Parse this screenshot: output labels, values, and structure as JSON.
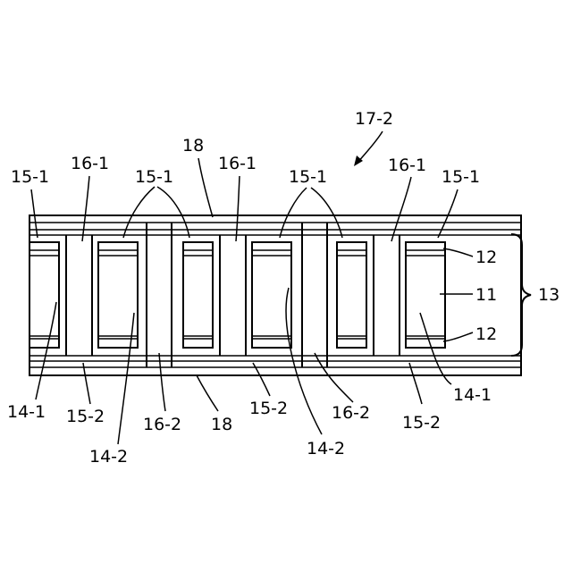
{
  "labels": {
    "l17_2": "17-2",
    "l18_top": "18",
    "l16_1_a": "16-1",
    "l16_1_b": "16-1",
    "l16_1_c": "16-1",
    "l15_1_a": "15-1",
    "l15_1_b": "15-1",
    "l15_1_c": "15-1",
    "l15_1_d": "15-1",
    "l12_top": "12",
    "l11": "11",
    "l12_bot": "12",
    "l13": "13",
    "l14_1_left": "14-1",
    "l15_2_a": "15-2",
    "l14_2_a": "14-2",
    "l16_2_a": "16-2",
    "l18_bot": "18",
    "l15_2_b": "15-2",
    "l14_2_b": "14-2",
    "l16_2_b": "16-2",
    "l15_2_c": "15-2",
    "l14_1_right": "14-1"
  }
}
